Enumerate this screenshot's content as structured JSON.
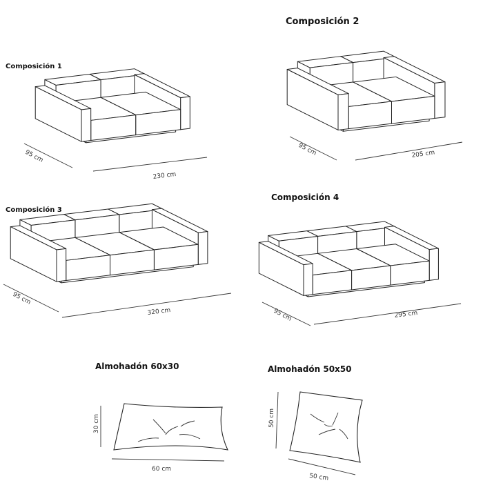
{
  "compositions": [
    {
      "title": "Composición 1",
      "depth_label": "95 cm",
      "length_label": "230 cm",
      "length_cm": 230,
      "seats": 2
    },
    {
      "title": "Composición 2",
      "depth_label": "95 cm",
      "length_label": "205 cm",
      "length_cm": 205,
      "seats": 2
    },
    {
      "title": "Composición 3",
      "depth_label": "95 cm",
      "length_label": "320 cm",
      "length_cm": 320,
      "seats": 3
    },
    {
      "title": "Composición 4",
      "depth_label": "95 cm",
      "length_label": "295 cm",
      "length_cm": 295,
      "seats": 3
    }
  ],
  "pillows": [
    {
      "title": "Almohadón 60x30",
      "height_label": "30 cm",
      "width_label": "60 cm"
    },
    {
      "title": "Almohadón 50x50",
      "height_label": "50 cm",
      "width_label": "50 cm"
    }
  ]
}
